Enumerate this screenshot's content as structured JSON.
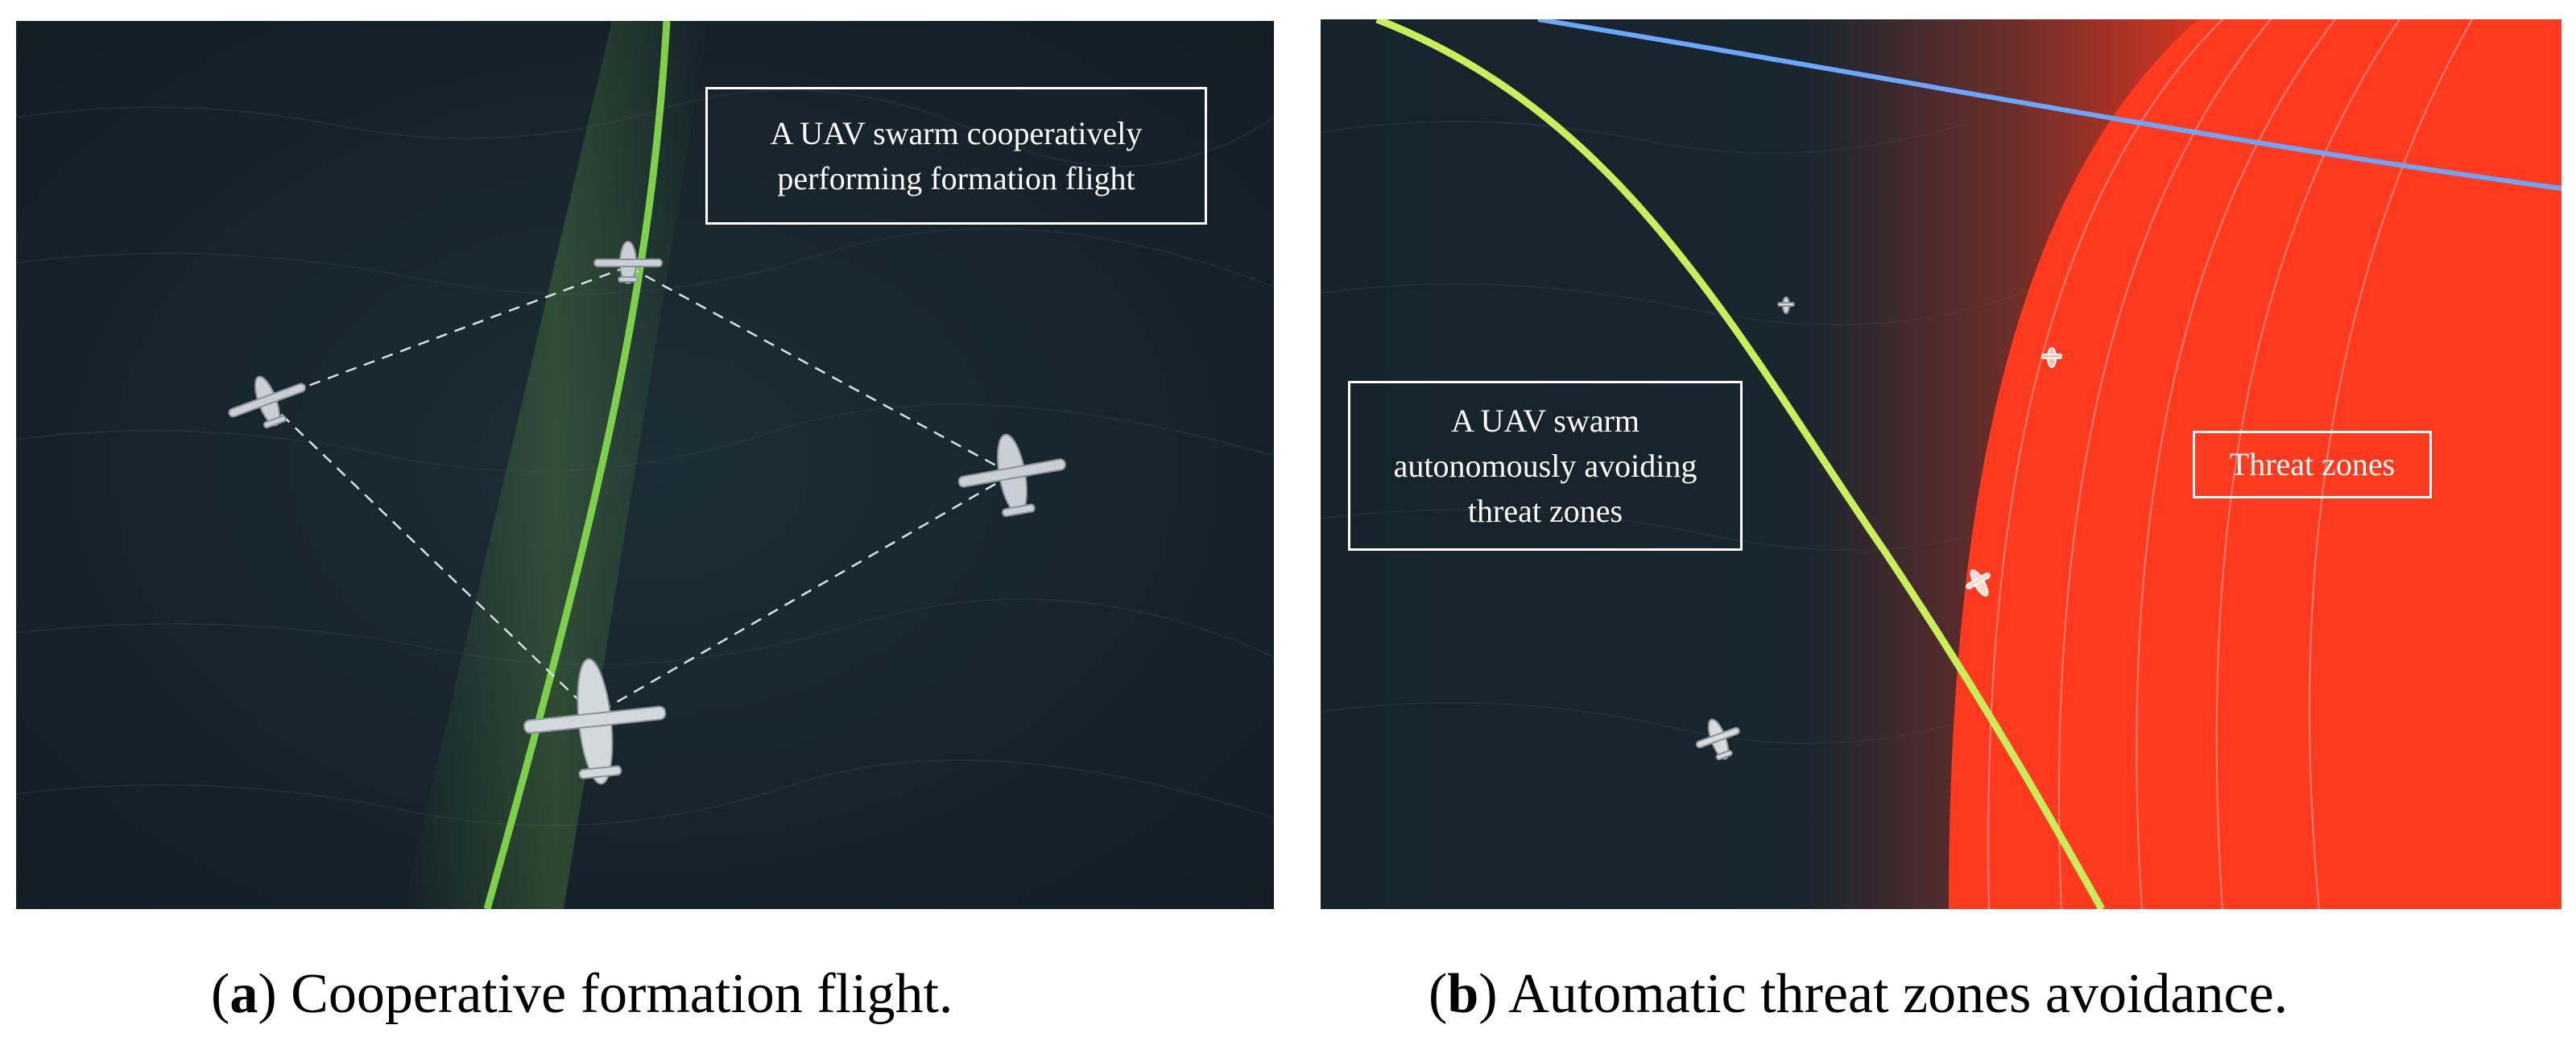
{
  "panel_a": {
    "label": [
      "A UAV swarm cooperatively",
      "performing formation flight"
    ],
    "caption_letter": "a",
    "caption_text": "Cooperative formation flight."
  },
  "panel_b": {
    "swarm_label": [
      "A UAV swarm",
      "autonomously avoiding",
      "threat zones"
    ],
    "threat_label": "Threat zones",
    "caption_letter": "b",
    "caption_text": "Automatic threat zones avoidance."
  },
  "colors": {
    "sea": "#17232c",
    "flight_path_green": "#7ecf4a",
    "threat_zone_red": "#ff3a1e",
    "blue_track": "#6aa8ff",
    "label_border": "#ffffff"
  }
}
